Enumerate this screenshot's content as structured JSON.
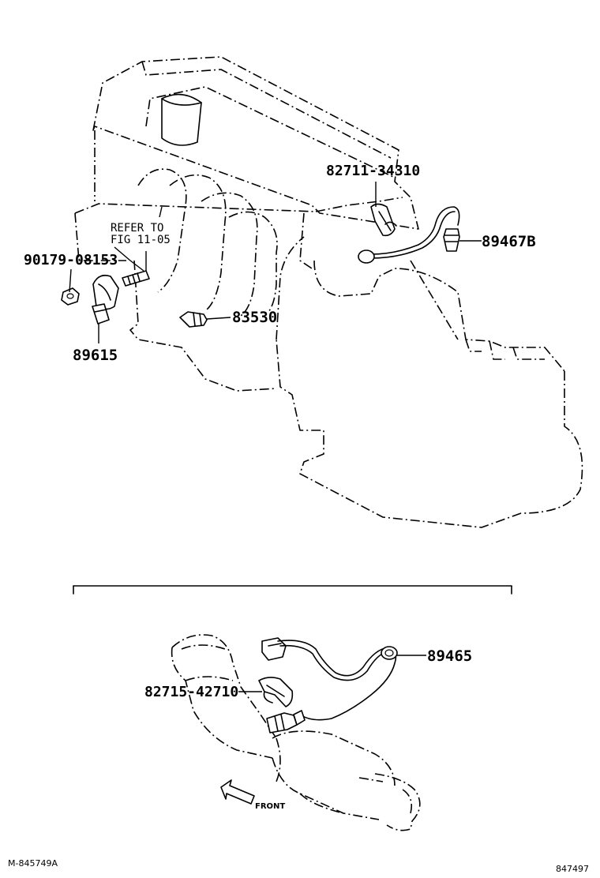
{
  "labels": {
    "part_82711": "82711-34310",
    "part_89467b": "89467B",
    "part_90179": "90179-08153",
    "part_89615": "89615",
    "part_83530": "83530",
    "part_89465": "89465",
    "part_82715": "82715-42710"
  },
  "notes": {
    "refer_line1": "REFER TO",
    "refer_line2": "FIG 11-05",
    "front": "FRONT"
  },
  "footer": {
    "left_code": "M-845749A",
    "right_code": "847497"
  }
}
